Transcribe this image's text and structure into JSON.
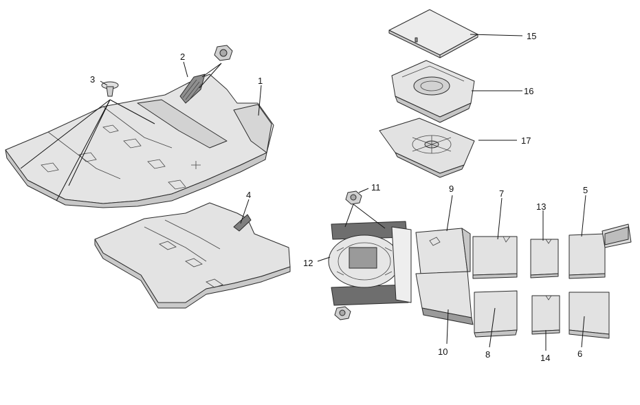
{
  "callouts": [
    {
      "id": "1",
      "text": "1"
    },
    {
      "id": "2",
      "text": "2"
    },
    {
      "id": "3",
      "text": "3"
    },
    {
      "id": "4",
      "text": "4"
    },
    {
      "id": "5",
      "text": "5"
    },
    {
      "id": "6",
      "text": "6"
    },
    {
      "id": "7",
      "text": "7"
    },
    {
      "id": "8",
      "text": "8"
    },
    {
      "id": "9",
      "text": "9"
    },
    {
      "id": "10",
      "text": "10"
    },
    {
      "id": "11",
      "text": "11"
    },
    {
      "id": "12",
      "text": "12"
    },
    {
      "id": "13",
      "text": "13"
    },
    {
      "id": "14",
      "text": "14"
    },
    {
      "id": "15",
      "text": "15"
    },
    {
      "id": "16",
      "text": "16"
    },
    {
      "id": "17",
      "text": "17"
    }
  ],
  "colors": {
    "part_fill": "#e6e6e6",
    "part_shade": "#c9c9c9",
    "part_dark": "#8f8f8f",
    "line": "#111111"
  }
}
